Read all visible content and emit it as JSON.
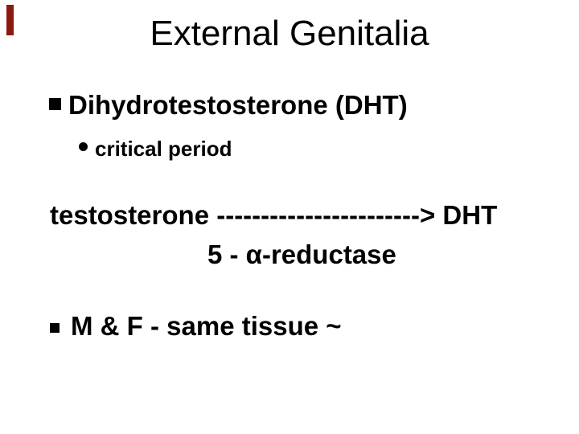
{
  "slide": {
    "background_color": "#ffffff",
    "text_color": "#000000",
    "accent_bar_color": "#8a1a10",
    "title": "External Genitalia",
    "bullet1": {
      "label": "Dihydrotestosterone (DHT)"
    },
    "bullet1_sub": {
      "label": "critical period"
    },
    "equation": {
      "line1": "testosterone -----------------------> DHT",
      "line2": "5 - α-reductase"
    },
    "bullet2": {
      "label": "M & F - same tissue ~"
    }
  }
}
